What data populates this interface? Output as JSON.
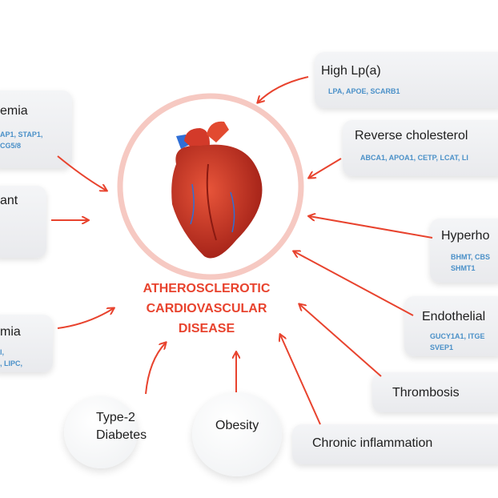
{
  "center": {
    "line1": "ATHEROSCLEROTIC",
    "line2": "CARDIOVASCULAR",
    "line3": "DISEASE"
  },
  "cards": {
    "hypercholesterolemia": {
      "title": "emia",
      "genes1": "AP1, STAP1,",
      "genes2": "CG5/8"
    },
    "dominant": {
      "title": "ant"
    },
    "dyslipidemia": {
      "title": "mia",
      "genes1": "l,",
      "genes2": ", LIPC,"
    },
    "lpa": {
      "title": "High Lp(a)",
      "genes1": "LPA, APOE, SCARB1"
    },
    "reverse": {
      "title": "Reverse cholesterol",
      "genes1": "ABCA1, APOA1, CETP, LCAT, LI"
    },
    "homocysteine": {
      "title": "Hyperho",
      "genes1": "BHMT, CBS",
      "genes2": "SHMT1"
    },
    "endothelial": {
      "title": "Endothelial",
      "genes1": "GUCY1A1, ITGE",
      "genes2": "SVEP1"
    },
    "thrombosis": {
      "title": "Thrombosis"
    },
    "inflammation": {
      "title": "Chronic inflammation"
    },
    "diabetes": {
      "title1": "Type-2",
      "title2": "Diabetes"
    },
    "obesity": {
      "title": "Obesity"
    }
  },
  "colors": {
    "accent": "#e8432e",
    "genes": "#4a90c8"
  }
}
